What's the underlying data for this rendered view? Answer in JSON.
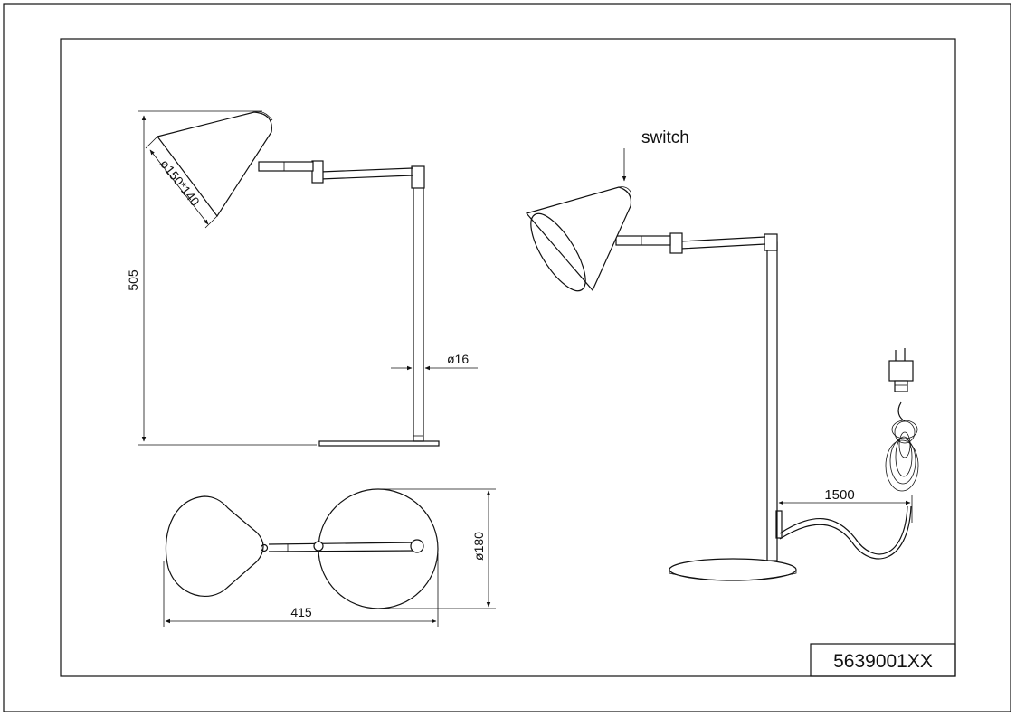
{
  "drawing": {
    "model_code": "5639001XX",
    "switch_label": "switch",
    "dimensions": {
      "height": "505",
      "shade": "ø150*140",
      "pole": "ø16",
      "length": "415",
      "base": "ø180",
      "cord": "1500"
    }
  }
}
